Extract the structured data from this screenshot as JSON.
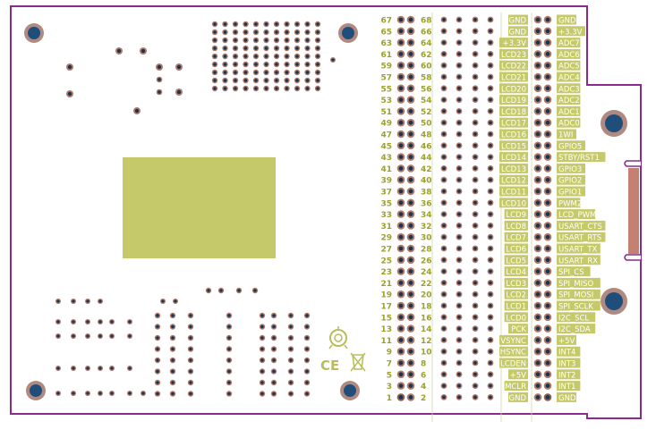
{
  "pin_numbers_left": [
    "67",
    "65",
    "63",
    "61",
    "59",
    "57",
    "55",
    "53",
    "51",
    "49",
    "47",
    "45",
    "43",
    "41",
    "39",
    "37",
    "35",
    "33",
    "31",
    "29",
    "27",
    "25",
    "23",
    "21",
    "19",
    "17",
    "15",
    "13",
    "11",
    "9",
    "7",
    "5",
    "3",
    "1"
  ],
  "pin_numbers_right": [
    "68",
    "66",
    "64",
    "62",
    "60",
    "58",
    "56",
    "54",
    "52",
    "50",
    "48",
    "46",
    "44",
    "42",
    "40",
    "38",
    "36",
    "34",
    "32",
    "30",
    "28",
    "26",
    "24",
    "22",
    "20",
    "18",
    "16",
    "14",
    "12",
    "10",
    "8",
    "6",
    "4",
    "2"
  ],
  "labels_left": [
    "GND",
    "GND",
    "+3.3V",
    "LCD23",
    "LCD22",
    "LCD21",
    "LCD20",
    "LCD19",
    "LCD18",
    "LCD17",
    "LCD16",
    "LCD15",
    "LCD14",
    "LCD13",
    "LCD12",
    "LCD11",
    "LCD10",
    "LCD9",
    "LCD8",
    "LCD7",
    "LCD6",
    "LCD5",
    "LCD4",
    "LCD3",
    "LCD2",
    "LCD1",
    "LCD0",
    "PCK",
    "VSYNC",
    "HSYNC",
    "LCDEN",
    "+5V",
    "MCLR",
    "GND"
  ],
  "labels_right": [
    "GND",
    "+3.3V",
    "ADC7",
    "ADC6",
    "ADC5",
    "ADC4",
    "ADC3",
    "ADC2",
    "ADC1",
    "ADC0",
    "1WI",
    "GPIO5",
    "STBY/RST1",
    "GPIO3",
    "GPIO2",
    "GPIO1",
    "PWM2",
    "LCD_PWM",
    "USART_CTS",
    "USART_RTS",
    "USART_TX",
    "USART_RX",
    "SPI_CS",
    "SPI_MISO",
    "SPI_MOSI",
    "SPI_SCLK",
    "I2C_SCL",
    "I2C_SDA",
    "+5V",
    "INT4",
    "INT3",
    "INT2",
    "INT1",
    "GND"
  ],
  "marks": {
    "ce": "CE"
  },
  "colors": {
    "board_outline": "#8b2a8b",
    "silkscreen": "#b8bd5a",
    "label_fill": "#c6c96a",
    "pin_text": "#9aa12a",
    "pad": "#b07a6a",
    "pad_hole": "#1a3550"
  },
  "icons": [
    "mounting-hole-icon",
    "ce-mark-icon",
    "weee-bin-icon",
    "rohs-recycle-icon"
  ]
}
